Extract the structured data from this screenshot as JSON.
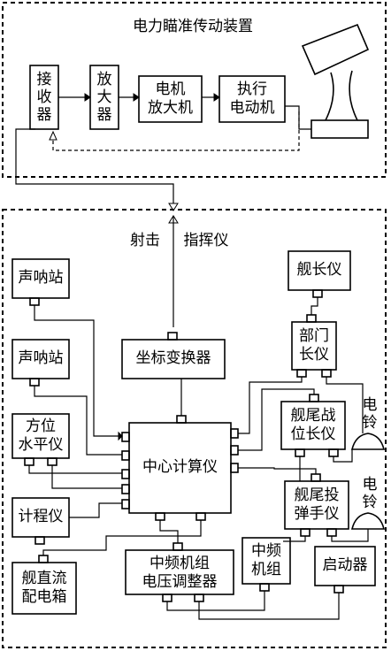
{
  "top_panel": {
    "title": "电力瞄准传动装置",
    "receiver": [
      "接",
      "收",
      "器"
    ],
    "amplifier": [
      "放",
      "大",
      "器"
    ],
    "motor_amp": [
      "电机",
      "放大机"
    ],
    "actuator": [
      "执行",
      "电动机"
    ]
  },
  "link": {
    "left": "射击",
    "right": "指挥仪"
  },
  "bottom_panel": {
    "sonar1": "声呐站",
    "sonar2": "声呐站",
    "level": [
      "方位",
      "水平仪"
    ],
    "log": "计程仪",
    "dc_box": [
      "舰直流",
      "配电箱"
    ],
    "coord": "坐标变换器",
    "computer": "中心计算仪",
    "captain": "舰长仪",
    "dept": [
      "部门",
      "长仪"
    ],
    "aft_cmd": [
      "舰尾战",
      "位长仪"
    ],
    "aft_bomb": [
      "舰尾投",
      "弹手仪"
    ],
    "bell1": [
      "电",
      "铃"
    ],
    "bell2": [
      "电",
      "铃"
    ],
    "mf_reg": [
      "中频机组",
      "电压调整器"
    ],
    "mf_set": [
      "中频",
      "机组"
    ],
    "starter": "启动器"
  }
}
